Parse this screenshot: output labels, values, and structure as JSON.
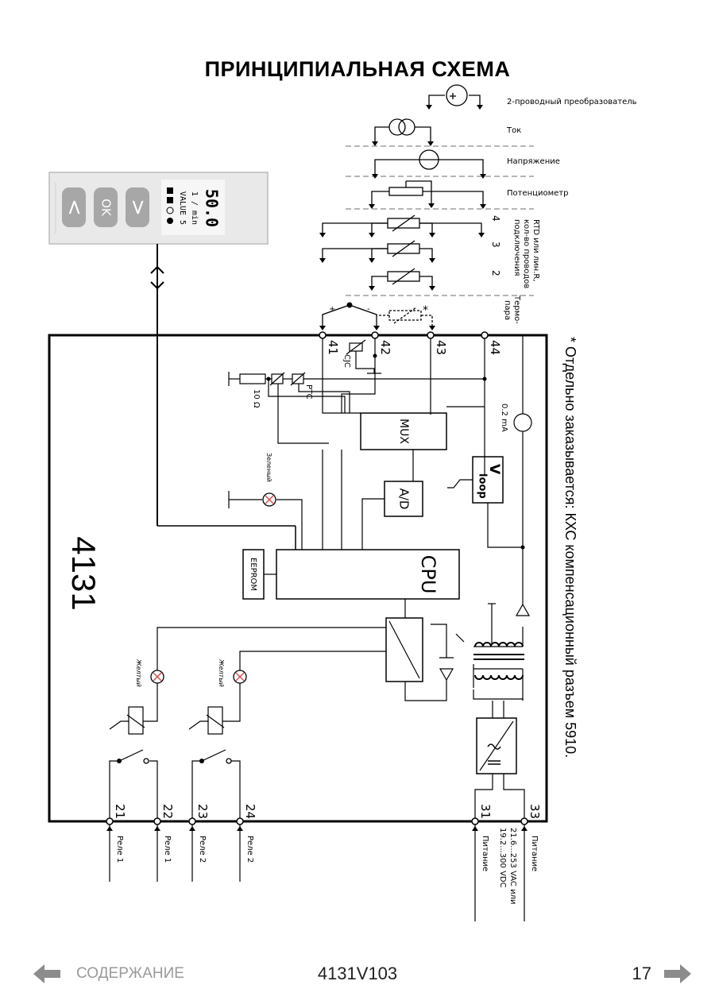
{
  "title": "ПРИНЦИПИАЛЬНАЯ СХЕМА",
  "device": {
    "model": "4131",
    "display": {
      "value": "50.0",
      "unit": "1 / min",
      "tag": "VALUE 5"
    },
    "buttons": {
      "left": "<",
      "ok": "OK",
      "right": ">"
    }
  },
  "inputs": {
    "two_wire": "2-проводный преобразователь",
    "current": "Ток",
    "voltage": "Напряжение",
    "potentiometer": "Потенциометр",
    "rtd_line1": "RTD или лин.R,",
    "rtd_line2": "кол-во проводов",
    "rtd_line3": "подключения",
    "rtd_n4": "4",
    "rtd_n3": "3",
    "rtd_n2": "2",
    "tc_line1": "Термо-",
    "tc_line2": "пара",
    "plus": "+",
    "minus": "-",
    "star": "*"
  },
  "terminals": [
    "41",
    "42",
    "43",
    "44",
    "21",
    "22",
    "23",
    "24",
    "31",
    "33"
  ],
  "blocks": {
    "mux": "MUX",
    "ad": "A/D",
    "cpu": "CPU",
    "eeprom": "EEPROM",
    "vloop": "V",
    "vloop_sub": "loop",
    "cjc": "CJC",
    "ptc": "PTC",
    "res10": "10 Ω",
    "current_source": "0.2 mA"
  },
  "leds": {
    "green": "Зеленый",
    "yellow1": "Желтый",
    "yellow2": "Желтый"
  },
  "outputs": {
    "relay1": "Реле 1",
    "relay2": "Реле 2"
  },
  "power": {
    "label": "Питание",
    "spec1": "21.6...253 VAC или",
    "spec2": "19.2...300 VDC"
  },
  "note": "* Отдельно заказывается: КХС компенсационный разъем 5910.",
  "footer": {
    "toc": "СОДЕРЖАНИЕ",
    "doc_id": "4131V103",
    "page": "17"
  },
  "colors": {
    "ink": "#000000",
    "dashed": "#8a8a8a",
    "panel": "#e9e9e9",
    "panel_btn": "#a7a7a7",
    "footer_arrow": "#8c8c8c",
    "led": "#d35050"
  },
  "icons": {
    "back": "arrow-left-icon",
    "next": "arrow-right-icon"
  }
}
